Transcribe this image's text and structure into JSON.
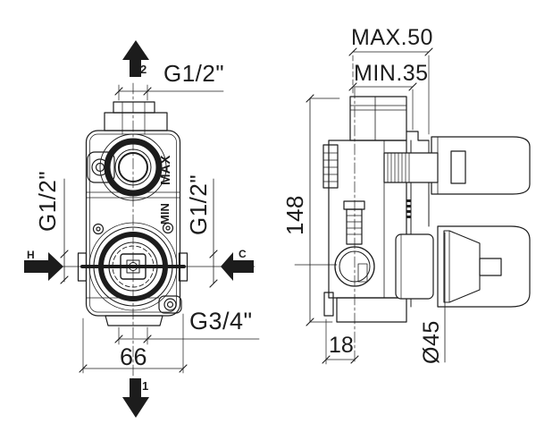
{
  "drawing": {
    "front_view": {
      "port_top_label": "G1/2\"",
      "port_left_label": "G1/2\"",
      "port_right_label": "G1/2\"",
      "port_bottom_label": "G3/4\"",
      "width_dim": "66",
      "outlet_up_number": "2",
      "outlet_down_number": "1",
      "hot_label": "H",
      "cold_label": "C",
      "max_marking": "MAX",
      "min_marking": "MIN"
    },
    "side_view": {
      "depth_max_dim": "MAX.50",
      "depth_min_dim": "MIN.35",
      "height_dim": "148",
      "bottom_offset_dim": "18",
      "knob_diameter_dim": "Ø45"
    },
    "colors": {
      "line": "#1c1c1c",
      "background": "#ffffff"
    }
  }
}
